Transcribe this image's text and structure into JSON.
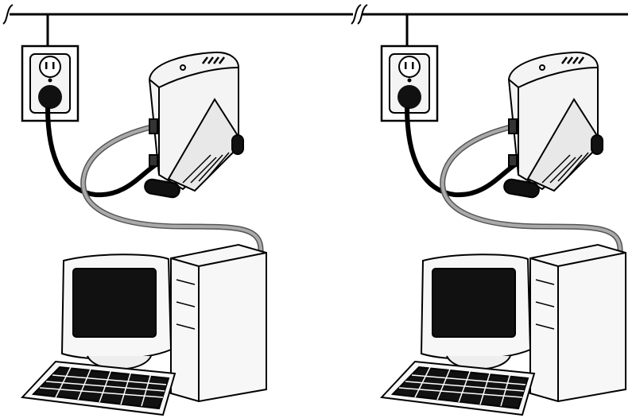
{
  "diagram": {
    "setups": [
      {
        "id": "left",
        "components": [
          "power-line",
          "wall-outlet",
          "powerline-adapter",
          "ethernet-cable",
          "desktop-computer"
        ]
      },
      {
        "id": "right",
        "components": [
          "power-line",
          "wall-outlet",
          "powerline-adapter",
          "ethernet-cable",
          "desktop-computer"
        ]
      }
    ],
    "colors": {
      "line": "#000000",
      "ethernet_cable": "#9a9a9a",
      "device_fill": "#f4f4f4",
      "screen": "#111111"
    }
  }
}
